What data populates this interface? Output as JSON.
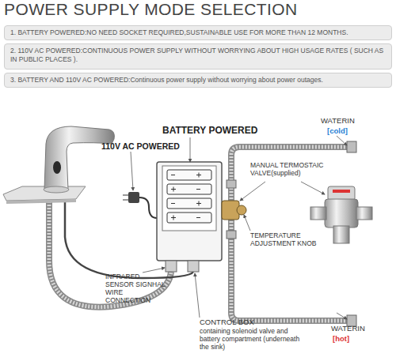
{
  "diagram": {
    "title": "POWER SUPPLY MODE SELECTION",
    "nodes": [
      {
        "text": [
          "1. BATTERY POWERED:NO NEED SOCKET REQUIRED,SUSTAINABLE USE FOR MORE THAN 12 MONTHS."
        ]
      },
      {
        "text": [
          "2. 110V AC POWERED:CONTINUOUS POWER SUPPLY WITHOUT WORRYING ABOUT HIGH USAGE RATES ( SUCH AS IN PUBLIC PLACES )."
        ]
      },
      {
        "text": [
          "3. BATTERY AND 110V AC POWERED:Continuous power supply without worrying about power outages."
        ]
      }
    ],
    "edges": [],
    "labels": [
      "BATTERY POWERED",
      "110V AC POWERED",
      "WATERIN",
      "[cold]",
      "MANUAL TERMOSTAIC VALVE(supplied)",
      "INFRARED SENSOR SIGNHAL WIRE CONNECTION",
      "TEMPERATURE ADJUSTMENT KNOB",
      "CONTROL BOX",
      "containing solenoid valve and battery compartment (underneath the sink)",
      "WATERIN",
      "[hot]"
    ]
  }
}
